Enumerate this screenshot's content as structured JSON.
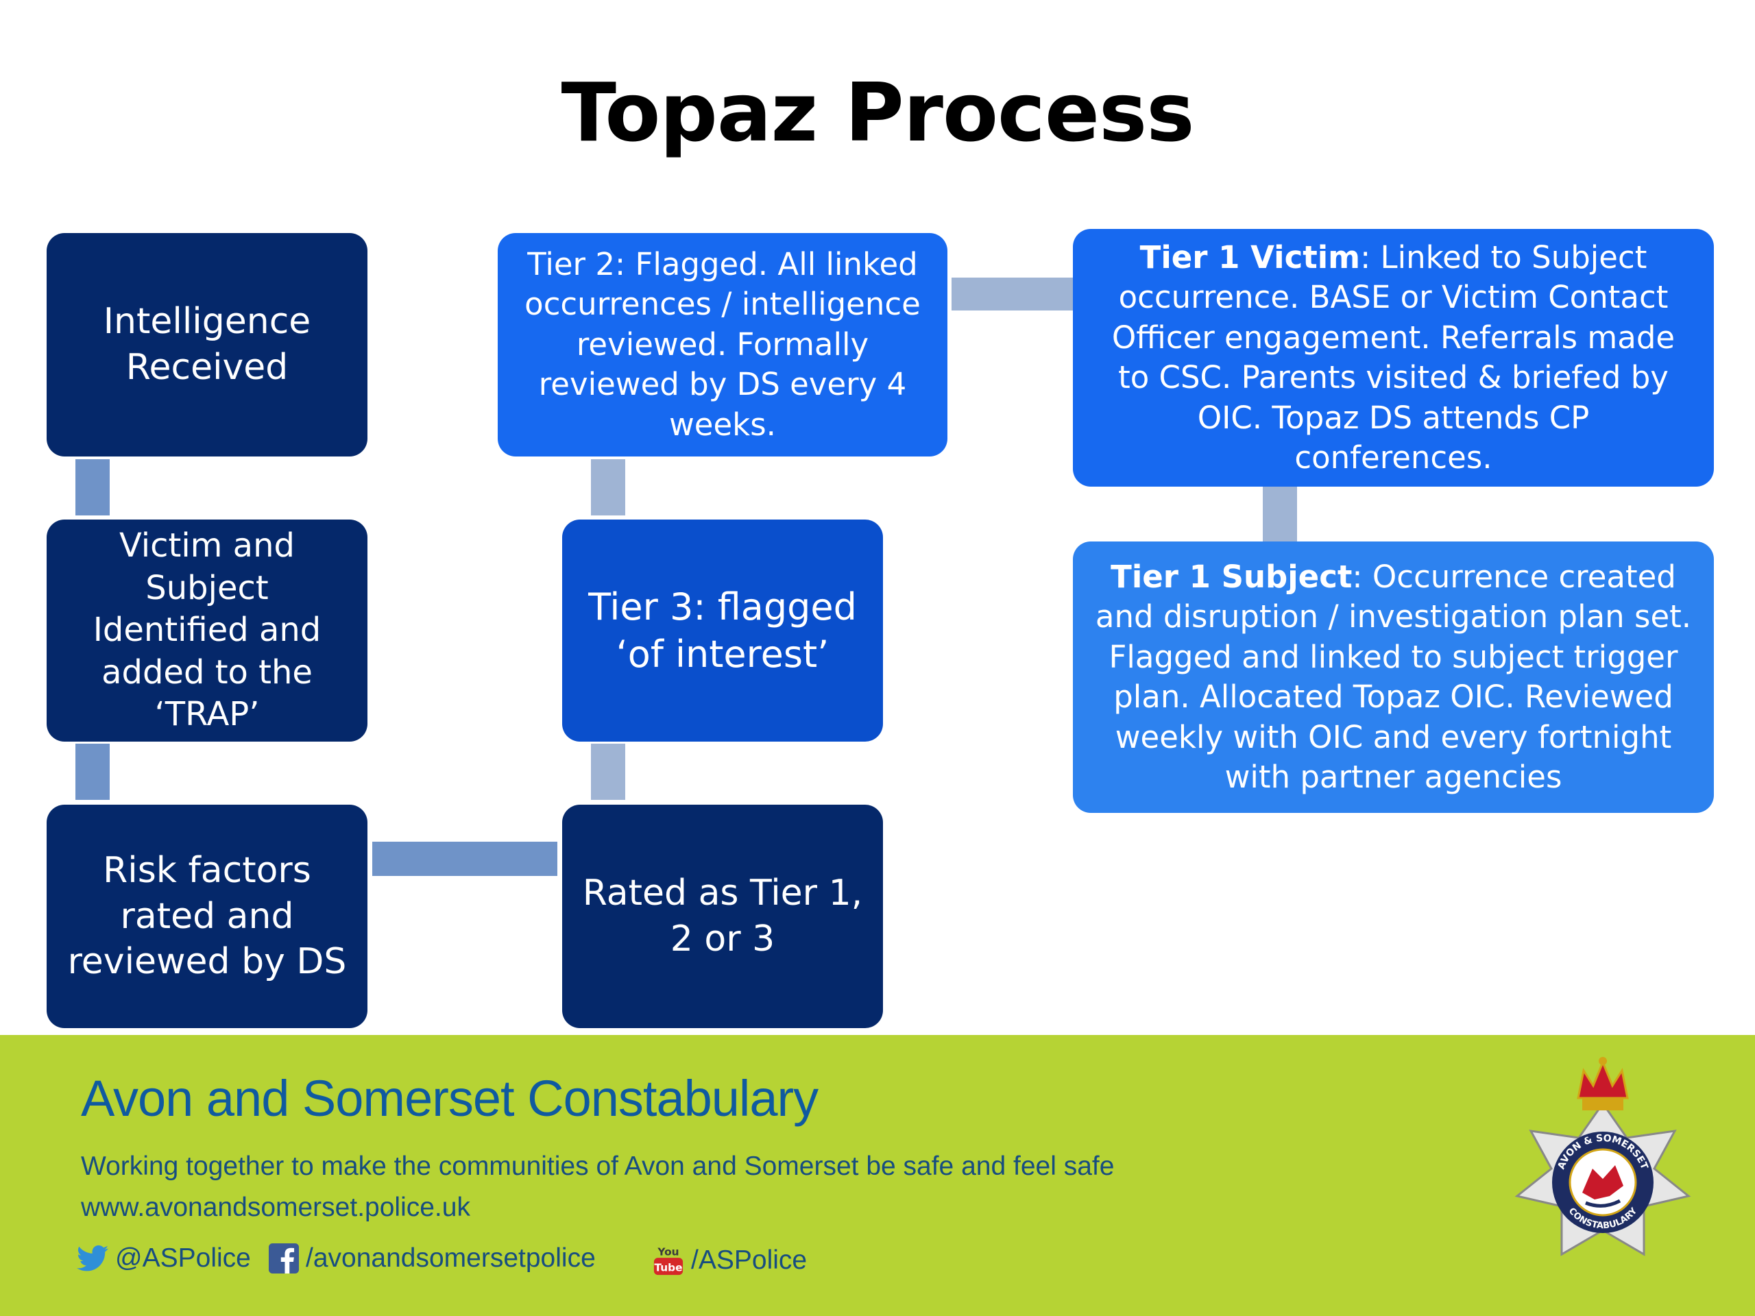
{
  "title": "Topaz Process",
  "boxes": {
    "intelligence": "Intelligence Received",
    "identified": "Victim and Subject Identified and added to the ‘TRAP’",
    "risk": "Risk factors rated and reviewed by DS",
    "rated": "Rated as Tier 1, 2 or 3",
    "tier3": "Tier 3: flagged ‘of interest’",
    "tier2": "Tier 2: Flagged. All linked occurrences / intelligence reviewed. Formally reviewed by DS every 4 weeks.",
    "tier1_victim_label": "Tier 1 Victim",
    "tier1_victim_text": ": Linked to Subject occurrence. BASE or Victim Contact Officer engagement. Referrals made to CSC.  Parents visited & briefed by OIC. Topaz DS attends CP conferences.",
    "tier1_subject_label": "Tier 1 Subject",
    "tier1_subject_text": ": Occurrence created and disruption / investigation plan set. Flagged and linked to subject trigger plan. Allocated Topaz OIC. Reviewed weekly with OIC and every fortnight with partner agencies"
  },
  "footer": {
    "organisation": "Avon and Somerset Constabulary",
    "tagline": "Working together to make the communities of Avon and Somerset be safe and feel safe",
    "website": "www.avonandsomerset.police.uk",
    "twitter": "@ASPolice",
    "facebook": "/avonandsomersetpolice",
    "youtube": "/ASPolice",
    "youtube_icon_text": "You Tube",
    "crest_text_top": "AVON & SOMERSET",
    "crest_text_bottom": "CONSTABULARY"
  },
  "colors": {
    "dark_box": "#05286a",
    "mid_box": "#0a4fcc",
    "bright_box": "#1769f0",
    "light_box": "#2d82ef",
    "connector": "#6f93c8",
    "footer_bg": "#b6d334"
  },
  "icons": [
    "twitter-icon",
    "facebook-icon",
    "youtube-icon",
    "police-crest-icon"
  ]
}
